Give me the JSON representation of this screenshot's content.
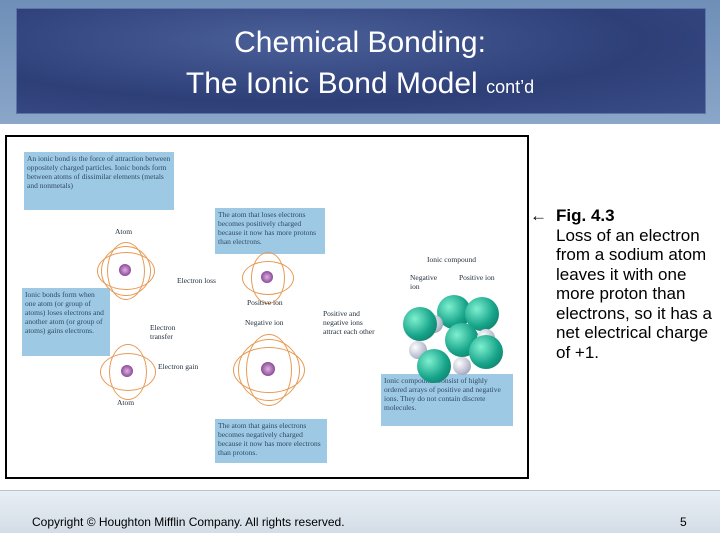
{
  "slide": {
    "title_line1": "Chemical Bonding:",
    "title_line2": "The Ionic Bond Model",
    "title_suffix": "cont’d"
  },
  "figure": {
    "intro_box": "An ionic bond is the force of attraction between oppositely charged particles. Ionic bonds form between atoms of dissimilar elements (metals and nonmetals)",
    "loses_box": "The atom that loses electrons becomes positively charged because it now has more protons than electrons.",
    "forms_box": "Ionic bonds form when one atom (or group of atoms) loses electrons and another atom (or group of atoms) gains electrons.",
    "gains_box": "The atom that gains electrons becomes negatively charged because it now has more electrons than protons.",
    "compound_box": "Ionic compounds consist of highly ordered arrays of positive and negative ions. They do not contain discrete molecules.",
    "atom_label_top": "Atom",
    "atom_label_bottom": "Atom",
    "electron_loss": "Electron loss",
    "electron_transfer": "Electron transfer",
    "electron_gain": "Electron gain",
    "positive_ion": "Positive ion",
    "negative_ion": "Negative ion",
    "attract_label": "Positive and negative ions attract each other",
    "ionic_compound": "Ionic compound",
    "negative_ion_short": "Negative ion",
    "positive_ion_short": "Positive ion"
  },
  "caption": {
    "arrow": "←",
    "title": "Fig. 4.3",
    "body": "Loss of an electron from a sodium atom leaves it with one more proton than electrons, so it has a net electrical charge of +1."
  },
  "footer": {
    "copyright": "Copyright © Houghton Mifflin Company. All rights reserved.",
    "page_number": "5"
  },
  "colors": {
    "banner": "#2e3f78",
    "box_fill": "#9ec9e4",
    "ion_positive": "#17a48a",
    "ion_negative": "#b9bccf",
    "orbit": "#e89a55"
  }
}
